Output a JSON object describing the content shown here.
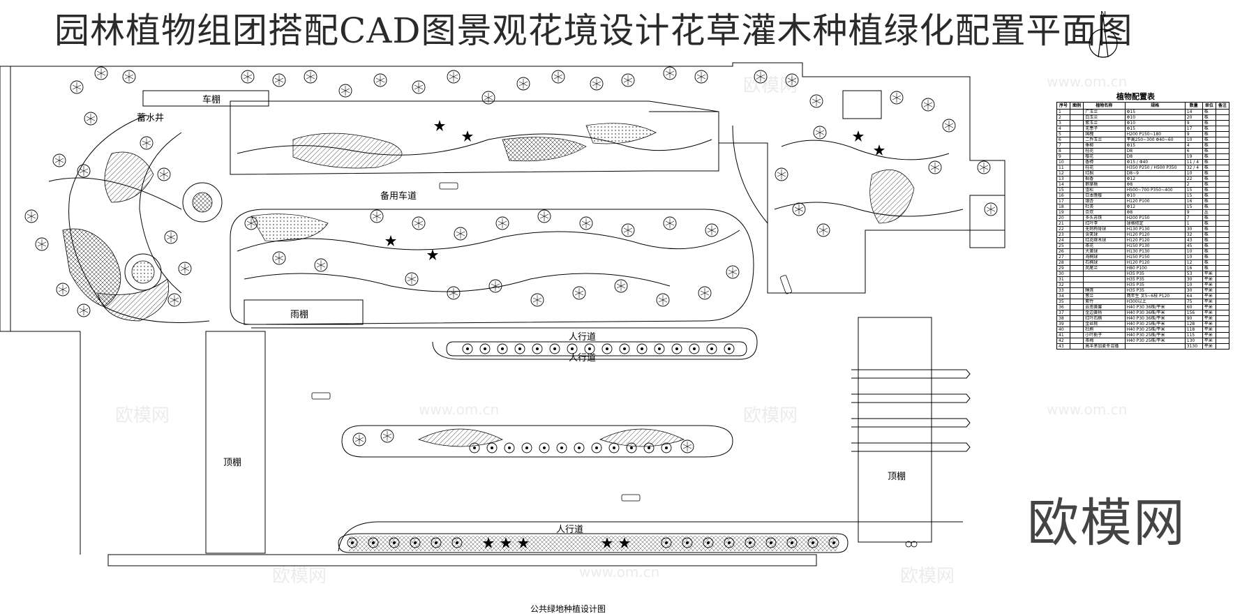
{
  "title": "园林植物组团搭配CAD图景观花境设计花草灌木种植绿化配置平面图",
  "north_label": "N",
  "caption": "公共绿地种植设计图",
  "brand": "欧模网",
  "watermark_cn": "欧模网",
  "watermark_url": "www.om.cn",
  "labels": {
    "cheping": "车棚",
    "xushuijing": "蓄水井",
    "beiyongchedao": "备用车道",
    "yupeng": "雨棚",
    "renxingdao1": "人行道",
    "renxingdao2": "人行道",
    "renxingdao3": "人行道",
    "dingpeng_left": "顶棚",
    "dingpeng_right": "顶棚"
  },
  "table": {
    "title": "植物配置表",
    "headers": [
      "序号",
      "图例",
      "植物名称",
      "规格",
      "数量",
      "单位",
      "备注"
    ],
    "rows": [
      [
        "1",
        "",
        "广玉兰",
        "Φ15",
        "14",
        "株",
        ""
      ],
      [
        "2",
        "",
        "白玉兰",
        "Φ10",
        "20",
        "株",
        ""
      ],
      [
        "3",
        "",
        "紫玉兰",
        "Φ10",
        "9",
        "株",
        ""
      ],
      [
        "4",
        "",
        "无患子",
        "Φ15",
        "17",
        "株",
        ""
      ],
      [
        "5",
        "",
        "国槐",
        "H200 P150~180",
        "9",
        "株",
        ""
      ],
      [
        "6",
        "",
        "二乔玉兰",
        "平高250~300 Φ40~60",
        "10",
        "株",
        ""
      ],
      [
        "7",
        "",
        "垂柳",
        "Φ15",
        "4",
        "株",
        ""
      ],
      [
        "8",
        "",
        "桂花",
        "D8",
        "6",
        "株",
        ""
      ],
      [
        "9",
        "",
        "樱花",
        "D8",
        "19",
        "株",
        ""
      ],
      [
        "10",
        "",
        "香樟",
        "Φ15 / Φ40",
        "11 / 4",
        "株",
        ""
      ],
      [
        "11",
        "",
        "桂花",
        "H350 P250 / H500 P350",
        "32 / 4",
        "株",
        ""
      ],
      [
        "12",
        "",
        "红枫",
        "D8~9",
        "10",
        "株",
        ""
      ],
      [
        "13",
        "",
        "枫香",
        "Φ12",
        "22",
        "株",
        ""
      ],
      [
        "14",
        "",
        "鹅掌楸",
        "Φ8",
        "2",
        "株",
        ""
      ],
      [
        "15",
        "",
        "雪松",
        "H500~700 P350~400",
        "15",
        "株",
        ""
      ],
      [
        "16",
        "",
        "日本晚樱",
        "Φ10",
        "15",
        "株",
        ""
      ],
      [
        "17",
        "",
        "银杏",
        "H120 P100",
        "16",
        "株",
        ""
      ],
      [
        "18",
        "",
        "杜英",
        "Φ12",
        "15",
        "株",
        ""
      ],
      [
        "19",
        "",
        "合欢",
        "Φ8",
        "9",
        "丛",
        ""
      ],
      [
        "20",
        "",
        "多头苏铁",
        "H200 P150",
        "7",
        "株",
        ""
      ],
      [
        "21",
        "",
        "红叶李",
        "球格修定",
        "1",
        "株",
        ""
      ],
      [
        "22",
        "",
        "无刺枸骨球",
        "H130 P130",
        "30",
        "株",
        ""
      ],
      [
        "23",
        "",
        "含笑球",
        "H120 P120",
        "32",
        "株",
        ""
      ],
      [
        "24",
        "",
        "红花继木球",
        "H120 P120",
        "43",
        "株",
        ""
      ],
      [
        "25",
        "",
        "茶花",
        "H150 P130",
        "45",
        "株",
        ""
      ],
      [
        "26",
        "",
        "大黄球",
        "H130 P130",
        "10",
        "株",
        ""
      ],
      [
        "27",
        "",
        "海桐球",
        "H150 P150",
        "10",
        "株",
        ""
      ],
      [
        "28",
        "",
        "石楠球",
        "H120 P120",
        "12",
        "株",
        ""
      ],
      [
        "29",
        "",
        "凤尾兰",
        "H80 P100",
        "16",
        "株",
        ""
      ],
      [
        "30",
        "",
        "",
        "H35 P35",
        "53",
        "平米",
        ""
      ],
      [
        "31",
        "",
        "",
        "H35 P35",
        "30",
        "平米",
        ""
      ],
      [
        "32",
        "",
        "",
        "H35 P35",
        "10",
        "平米",
        ""
      ],
      [
        "33",
        "",
        "睡莲",
        "H35 P35",
        "30",
        "平米",
        ""
      ],
      [
        "34",
        "",
        "葱兰",
        "两年生 叉5~6枝 P120",
        "64",
        "平米",
        ""
      ],
      [
        "35",
        "",
        "紫竹",
        "H300以上",
        "75",
        "平米",
        ""
      ],
      [
        "36",
        "",
        "云南黄馨",
        "H40 P30 36株/平米",
        "60",
        "平米",
        ""
      ],
      [
        "37",
        "",
        "金边黄杨",
        "H40 P30 36株/平米",
        "156",
        "平米",
        ""
      ],
      [
        "38",
        "",
        "红叶石楠",
        "H40 P30 36株/平米",
        "90",
        "平米",
        ""
      ],
      [
        "39",
        "",
        "金丝桃",
        "H40 P30 25株/平米",
        "128",
        "平米",
        ""
      ],
      [
        "40",
        "",
        "杜鹃",
        "H40 P30 25株/平米",
        "118",
        "平米",
        ""
      ],
      [
        "41",
        "",
        "小叶栀子",
        "H40 P30 25株/平米",
        "115",
        "平米",
        ""
      ],
      [
        "42",
        "",
        "茶梅",
        "H40 P30 25株/平米",
        "130",
        "平米",
        ""
      ],
      [
        "43",
        "",
        "高羊茅加麦冬混播",
        "",
        "3130",
        "平米",
        ""
      ]
    ]
  }
}
